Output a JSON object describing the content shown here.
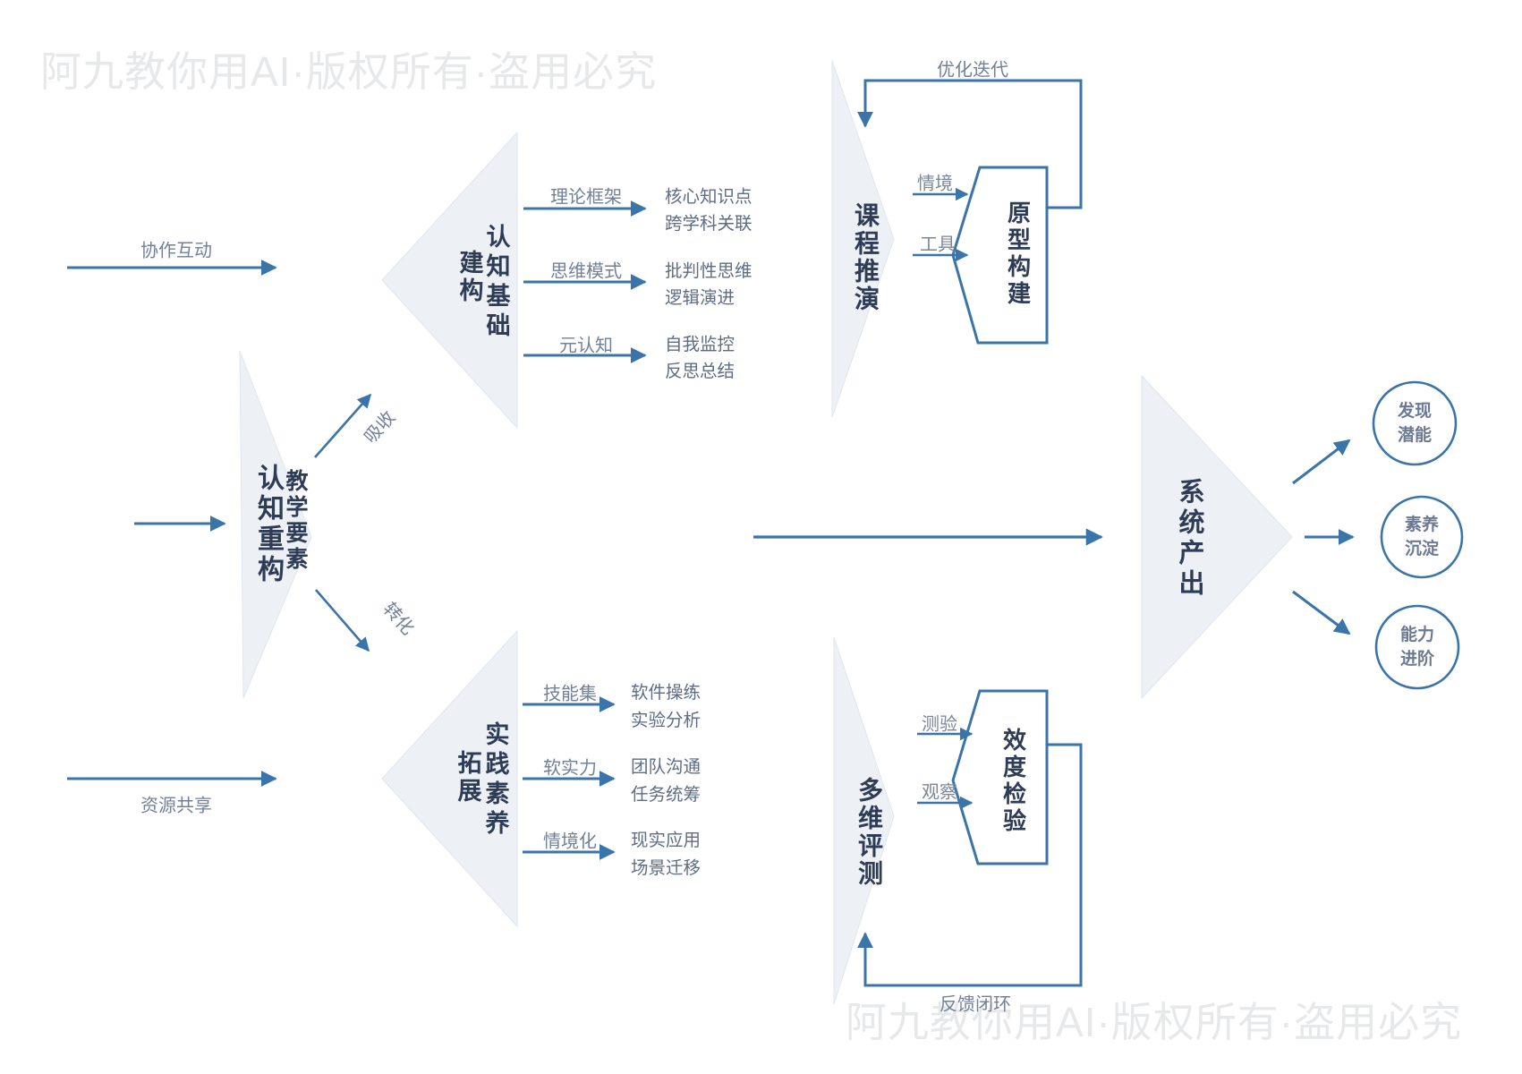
{
  "watermark": {
    "text": "阿九教你用AI·版权所有·盗用必究"
  },
  "left_inputs": {
    "top_label": "协作互动",
    "bottom_label": "资源共享"
  },
  "hub": {
    "title": "认知重构",
    "subtitle": "教学要素",
    "branch_up": "吸收",
    "branch_down": "转化"
  },
  "cognition": {
    "title_main": "认知基础",
    "title_side": "建构",
    "rows": [
      {
        "label": "理论框架",
        "lines": [
          "核心知识点",
          "跨学科关联"
        ]
      },
      {
        "label": "思维模式",
        "lines": [
          "批判性思维",
          "逻辑演进"
        ]
      },
      {
        "label": "元认知",
        "lines": [
          "自我监控",
          "反思总结"
        ]
      }
    ]
  },
  "practice": {
    "title_main": "实践素养",
    "title_side": "拓展",
    "rows": [
      {
        "label": "技能集",
        "lines": [
          "软件操练",
          "实验分析"
        ]
      },
      {
        "label": "软实力",
        "lines": [
          "团队沟通",
          "任务统筹"
        ]
      },
      {
        "label": "情境化",
        "lines": [
          "现实应用",
          "场景迁移"
        ]
      }
    ]
  },
  "course": {
    "title": "课程推演",
    "node": "原型构建",
    "input_top": "情境",
    "input_bottom": "工具",
    "loop_label": "优化迭代"
  },
  "evaluation": {
    "title": "多维评测",
    "node": "效度检验",
    "input_top": "测验",
    "input_bottom": "观察",
    "loop_label": "反馈闭环"
  },
  "output": {
    "title": "系统产出",
    "circles": [
      {
        "lines": [
          "发现",
          "潜能"
        ]
      },
      {
        "lines": [
          "素养",
          "沉淀"
        ]
      },
      {
        "lines": [
          "能力",
          "进阶"
        ]
      }
    ]
  },
  "colors": {
    "accent": "#3b74a8",
    "navy": "#2e3c56",
    "edge_label": "#72809a",
    "result_text": "#5e6d85",
    "triangle_fill": "#edf1f6",
    "watermark": "#e7e8ea"
  }
}
